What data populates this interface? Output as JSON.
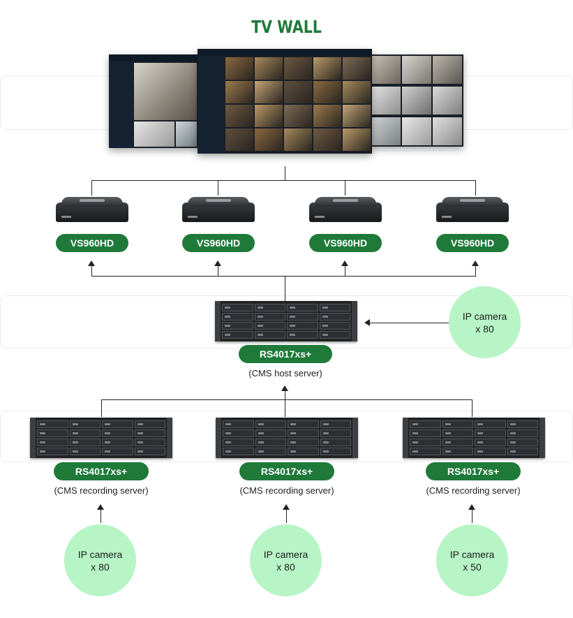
{
  "title": "TV WALL",
  "decoders": [
    {
      "label": "VS960HD"
    },
    {
      "label": "VS960HD"
    },
    {
      "label": "VS960HD"
    },
    {
      "label": "VS960HD"
    }
  ],
  "host": {
    "label": "RS4017xs+",
    "caption": "(CMS host server)"
  },
  "host_camera": {
    "line1": "IP camera",
    "line2": "x 80"
  },
  "recorders": [
    {
      "label": "RS4017xs+",
      "caption": "(CMS recording server)"
    },
    {
      "label": "RS4017xs+",
      "caption": "(CMS recording server)"
    },
    {
      "label": "RS4017xs+",
      "caption": "(CMS recording server)"
    }
  ],
  "recorder_cameras": [
    {
      "line1": "IP camera",
      "line2": "x 80"
    },
    {
      "line1": "IP camera",
      "line2": "x 80"
    },
    {
      "line1": "IP camera",
      "line2": "x 50"
    }
  ],
  "colors": {
    "accent": "#1f7a3a",
    "camera": "#b7f4c6",
    "line": "#222222"
  }
}
